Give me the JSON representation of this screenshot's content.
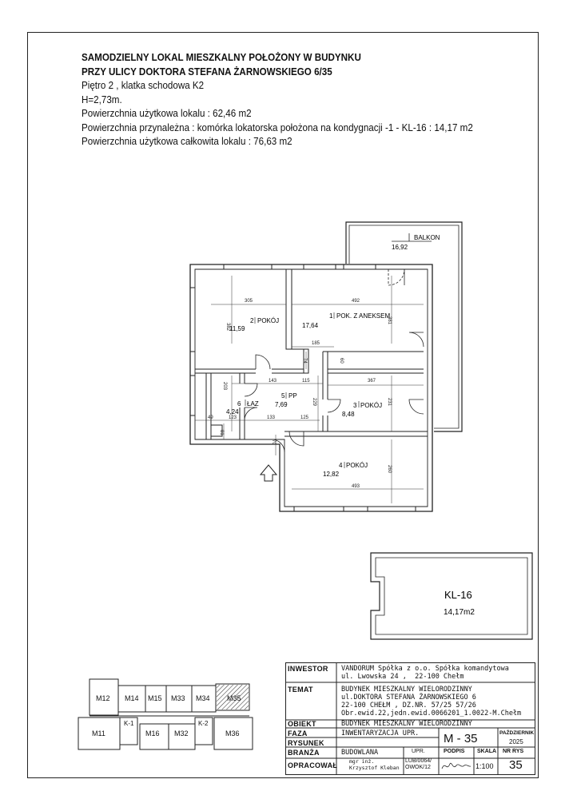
{
  "header": {
    "line1": "SAMODZIELNY LOKAL MIESZKALNY  POŁOŻONY W BUDYNKU",
    "line2": "PRZY ULICY DOKTORA STEFANA ŻARNOWSKIEGO 6/35",
    "line3": "Piętro 2 , klatka schodowa K2",
    "line4": "H=2,73m.",
    "line5": "Powierzchnia użytkowa lokalu : 62,46 m2",
    "line6": "Powierzchnia przynależna : komórka lokatorska położona na kondygnacji -1 - KL-16 : 14,17 m2",
    "line7": "Powierzchnia użytkowa całkowita lokalu : 76,63 m2"
  },
  "rooms": {
    "balkon": {
      "num": "",
      "name": "BALKON",
      "area": "16,92"
    },
    "r1": {
      "num": "1",
      "name": "POK. Z ANEKSEM",
      "area": "17,64"
    },
    "r2": {
      "num": "2",
      "name": "POKÓJ",
      "area": "11,59"
    },
    "r3": {
      "num": "3",
      "name": "POKÓJ",
      "area": "8,48"
    },
    "r4": {
      "num": "4",
      "name": "POKÓJ",
      "area": "12,82"
    },
    "r5": {
      "num": "5",
      "name": "PP",
      "area": "7,69"
    },
    "r6": {
      "num": "6",
      "name": "ŁAZ",
      "area": "4,24"
    }
  },
  "dimensions": {
    "d305": "305",
    "d492": "492",
    "d382": "382",
    "d381": "381",
    "d185": "185",
    "d74": "74",
    "d60": "60",
    "d143": "143",
    "d115": "115",
    "d367": "367",
    "d203": "203",
    "d229": "229",
    "d231": "231",
    "d49": "49",
    "d123": "123",
    "d133": "133",
    "d125": "125",
    "d81": "81",
    "d70": "70",
    "d260": "260",
    "d493": "493"
  },
  "storage": {
    "label": "KL-16",
    "area": "14,17m2"
  },
  "keyplan": {
    "top": [
      "M12",
      "M14",
      "M15",
      "M33",
      "M34",
      "M35"
    ],
    "bottom": [
      "M11",
      "M16",
      "M32",
      "M36"
    ],
    "stairs": [
      "K-1",
      "K-2"
    ]
  },
  "titleblock": {
    "inwestor_label": "INWESTOR",
    "inwestor_value": "VANDORUM Spółka z o.o. Spółka komandytowa\nul. Lwowska 24 ,  22-100 Chełm",
    "temat_label": "TEMAT",
    "temat_value": "BUDYNEK MIESZKALNY WIELORODZINNY\nul.DOKTORA STEFANA ŻARNOWSKIEGO 6\n22-100 CHEŁM , DZ.NR. 57/25 57/26\nObr.ewid.22,jedn.ewid.0066201_1.0022-M.Chełm",
    "obiekt_label": "OBIEKT",
    "obiekt_value": "BUDYNEK MIESZKALNY WIELORODZINNY",
    "faza_label": "FAZA",
    "faza_value": "INWENTARYZACJA UPR.",
    "rysunek_label": "RYSUNEK",
    "branza_label": "BRANŻA",
    "branza_value": "BUDOWLANA",
    "opracowal_label": "OPRACOWAŁ",
    "opracowal_value": "mgr inż.\nKrzysztof Kleban",
    "sheet": "M - 35",
    "date_label": "PAŹDZIERNIK",
    "date_value": "2025",
    "upr_label": "UPR.",
    "upr_value": "LUB/0064/\nOWOK/12",
    "podpis_label": "PODPIS",
    "skala_label": "SKALA",
    "skala_value": "1:100",
    "nr_label": "NR RYS",
    "nr_value": "35"
  }
}
